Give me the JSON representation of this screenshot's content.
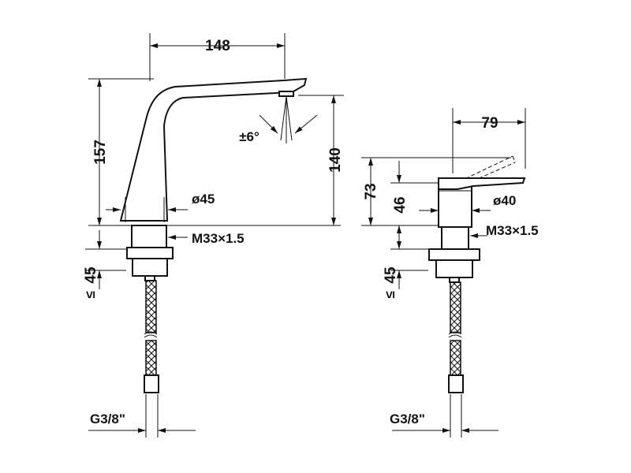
{
  "drawing": {
    "faucet": {
      "width_dim": "148",
      "angle_dim": "±6°",
      "height_dim": "157",
      "spout_height_dim": "140",
      "diameter_dim": "ø45",
      "thread_dim": "M33×1.5",
      "deck_dim": "45",
      "deck_le": "≤",
      "hose_dim": "G3/8\""
    },
    "lever": {
      "width_dim": "79",
      "height_dim": "73",
      "body_height_dim": "46",
      "diameter_dim": "ø40",
      "thread_dim": "M33×1.5",
      "deck_dim": "45",
      "deck_le": "≤",
      "hose_dim": "G3/8\""
    }
  }
}
